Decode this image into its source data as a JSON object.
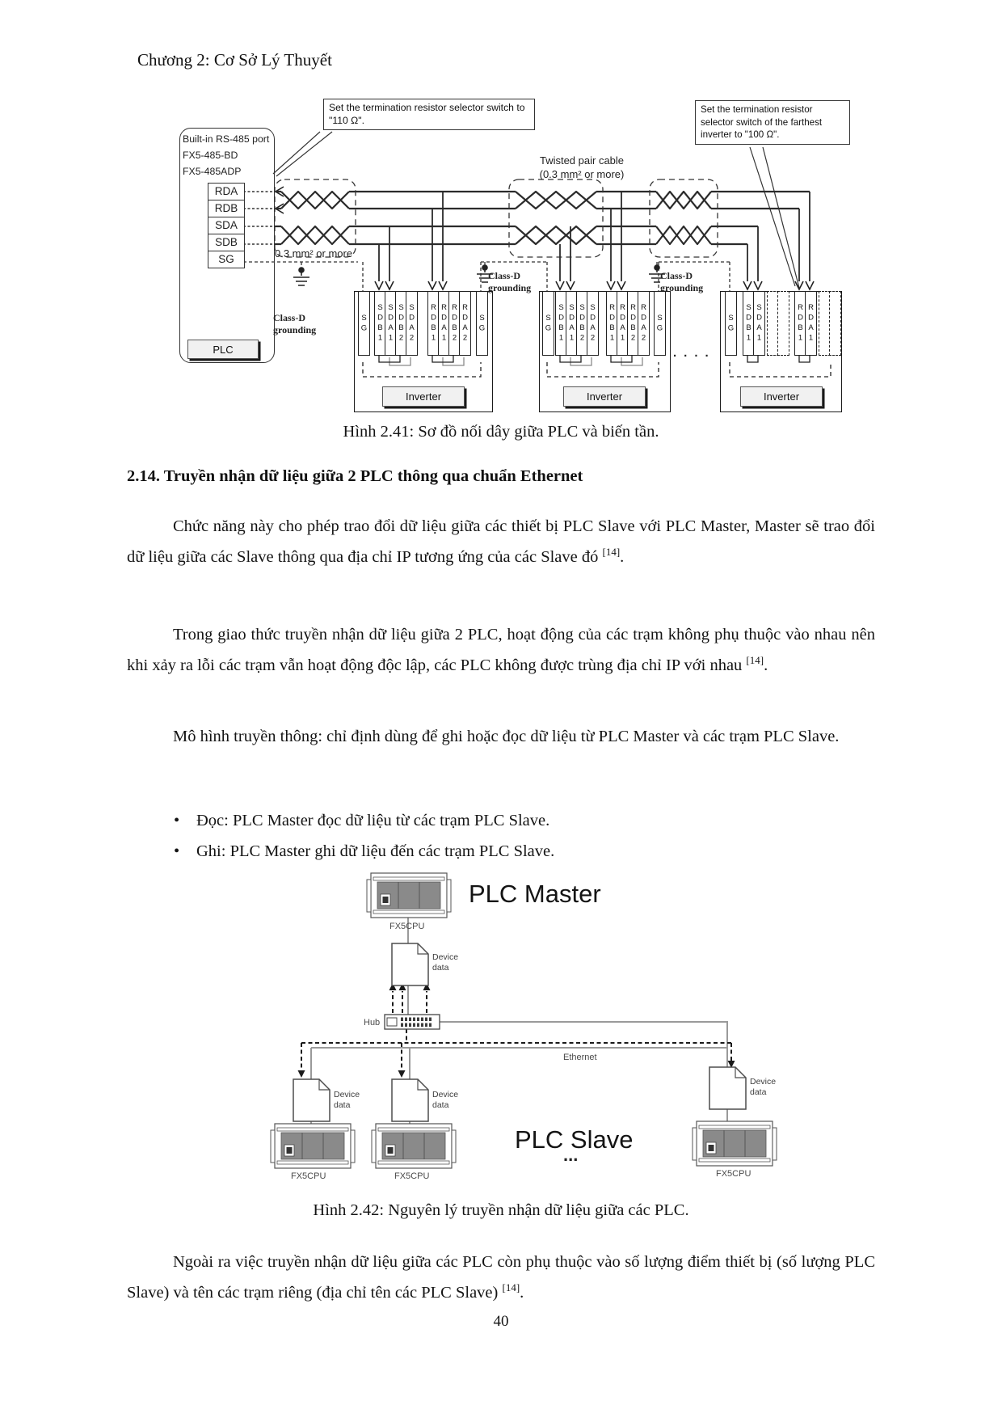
{
  "page": {
    "header": "Chương 2: Cơ Sở Lý Thuyết",
    "number": "40"
  },
  "fig1": {
    "callout_left": "Set the termination resistor selector switch to \"110 Ω\".",
    "callout_right": "Set the termination resistor selector switch of the farthest inverter to \"100 Ω\".",
    "device_lines": [
      "Built-in RS-485 port",
      "FX5-485-BD",
      "FX5-485ADP"
    ],
    "ports": [
      "RDA",
      "RDB",
      "SDA",
      "SDB",
      "SG"
    ],
    "plc_label": "PLC",
    "wire_note": "0.3 mm² or more",
    "twisted_line1": "Twisted pair cable",
    "twisted_line2": "(0.3 mm² or more)",
    "ground_label": "Class-D grounding",
    "inverter_label": "Inverter",
    "dots": "· · · ·",
    "terminals": {
      "sg": "SG",
      "s": [
        "SDB1",
        "SDA1",
        "SDB2",
        "SDA2"
      ],
      "r": [
        "RDB1",
        "RDA1",
        "RDB2",
        "RDA2"
      ]
    },
    "caption": "Hình 2.41: Sơ đồ nối dây giữa PLC và biến tần."
  },
  "section": {
    "heading": "2.14. Truyền nhận dữ liệu giữa 2 PLC thông qua chuẩn Ethernet",
    "bullet_char": "•",
    "paras": [
      {
        "text": "Chức năng này cho phép trao đổi dữ liệu giữa các thiết bị PLC Slave với PLC Master, Master sẽ trao đổi dữ liệu giữa các Slave thông qua địa chỉ IP tương ứng của các Slave đó ",
        "ref": "[14]",
        "tail": "."
      },
      {
        "text": "Trong giao thức truyền nhận dữ liệu giữa 2 PLC, hoạt động của các trạm không phụ thuộc vào nhau nên khi xảy ra lỗi các trạm vẫn hoạt động độc lập, các PLC không được trùng địa chỉ IP với nhau ",
        "ref": "[14]",
        "tail": "."
      },
      {
        "text": "Mô hình truyền thông: chỉ định dùng để ghi hoặc đọc dữ liệu từ PLC Master và các trạm PLC Slave.",
        "ref": "",
        "tail": ""
      }
    ],
    "bullets": [
      "Đọc: PLC Master đọc dữ liệu từ các trạm PLC Slave.",
      "Ghi: PLC Master ghi dữ liệu đến các trạm PLC Slave."
    ],
    "closing": {
      "text": "Ngoài ra việc truyền nhận dữ liệu giữa các PLC còn phụ thuộc vào số lượng điểm thiết bị (số lượng PLC Slave) và tên các trạm riêng (địa chỉ tên các PLC Slave) ",
      "ref": "[14]",
      "tail": "."
    }
  },
  "fig2": {
    "master_label": "PLC Master",
    "slave_label": "PLC Slave",
    "cpu_label": "FX5CPU",
    "device_data_label": "Device data",
    "hub_label": "Hub",
    "ethernet_label": "Ethernet",
    "dots": "...",
    "caption": "Hình 2.42: Nguyên lý truyền nhận dữ liệu giữa các PLC."
  }
}
